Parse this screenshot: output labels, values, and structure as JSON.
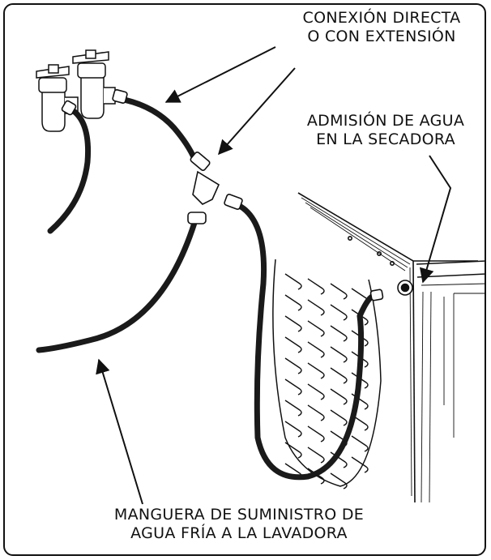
{
  "labels": {
    "connection": {
      "line1": "CONEXIÓN DIRECTA",
      "line2": "O CON EXTENSIÓN"
    },
    "dryer_inlet": {
      "line1": "ADMISIÓN DE AGUA",
      "line2": "EN LA SECADORA"
    },
    "washer_hose": {
      "line1": "MANGUERA DE SUMINISTRO DE",
      "line2": "AGUA FRÍA A LA LAVADORA"
    }
  },
  "colors": {
    "line": "#111111",
    "hose": "#1a1a1a",
    "background": "#ffffff"
  }
}
